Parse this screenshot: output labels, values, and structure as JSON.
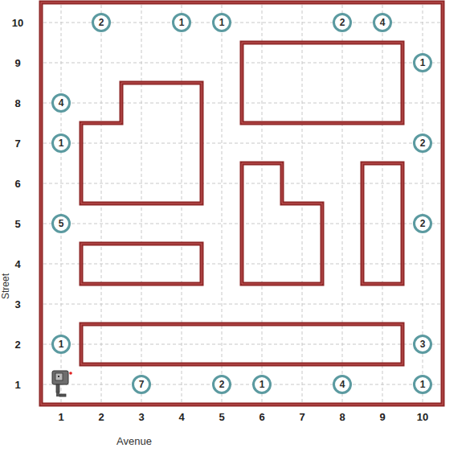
{
  "diagram": {
    "nodes": [
      {
        "text": [
          "2"
        ]
      },
      {
        "text": [
          "1"
        ]
      },
      {
        "text": [
          "1"
        ]
      },
      {
        "text": [
          "2"
        ]
      },
      {
        "text": [
          "4"
        ]
      },
      {
        "text": [
          "1"
        ]
      },
      {
        "text": [
          "4"
        ]
      },
      {
        "text": [
          "1"
        ]
      },
      {
        "text": [
          "2"
        ]
      },
      {
        "text": [
          "5"
        ]
      },
      {
        "text": [
          "2"
        ]
      },
      {
        "text": [
          "1"
        ]
      },
      {
        "text": [
          "3"
        ]
      },
      {
        "text": [
          "7"
        ]
      },
      {
        "text": [
          "2"
        ]
      },
      {
        "text": [
          "1"
        ]
      },
      {
        "text": [
          "4"
        ]
      },
      {
        "text": [
          "1"
        ]
      }
    ],
    "labels": [
      "10",
      "9",
      "8",
      "7",
      "6",
      "5",
      "4",
      "3",
      "2",
      "1",
      "Street",
      "1",
      "2",
      "3",
      "4",
      "5",
      "6",
      "7",
      "8",
      "9",
      "10",
      "Avenue"
    ]
  }
}
